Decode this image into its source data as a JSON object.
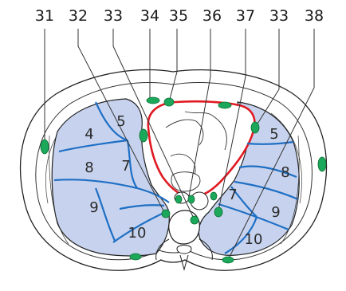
{
  "callouts": [
    {
      "label": "31"
    },
    {
      "label": "32"
    },
    {
      "label": "33"
    },
    {
      "label": "34"
    },
    {
      "label": "35"
    },
    {
      "label": "36"
    },
    {
      "label": "37"
    },
    {
      "label": "33"
    },
    {
      "label": "38"
    }
  ],
  "segments": {
    "right_lung": [
      "5",
      "4",
      "8",
      "7",
      "9",
      "10"
    ],
    "left_lung": [
      "5",
      "8",
      "7",
      "9",
      "10"
    ]
  },
  "colors": {
    "lung_fill": "#c7d3ee",
    "segment_line": "#1f6fc4",
    "pericardium": "#e01a22",
    "lymph_node": "#1ca85a",
    "outline": "#222222"
  }
}
